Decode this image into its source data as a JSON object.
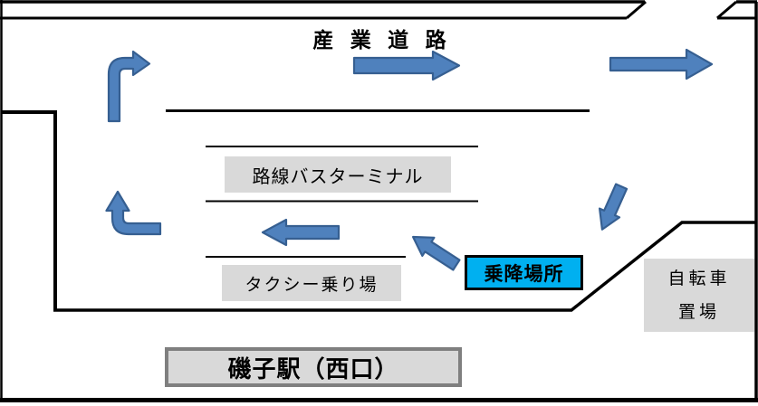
{
  "map": {
    "road_name": "産 業 道 路",
    "areas": {
      "bus_terminal": "路線バスターミナル",
      "taxi_stand": "タクシー乗り場",
      "boarding_point": "乗降場所",
      "bicycle_parking_line1": "自転車",
      "bicycle_parking_line2": "置場",
      "station": "磯子駅（西口）"
    },
    "arrows": [
      "bend-up-then-right (top-left)",
      "right (top-center, under road name)",
      "right (top-right)",
      "down-left (right side, entering terminal)",
      "up-left (from boarding point)",
      "left (center lane)",
      "left-then-up (bottom-left, exiting)"
    ]
  },
  "colors": {
    "arrow_fill": "#4f81bd",
    "arrow_border": "#365f91",
    "boarding_fill": "#00b0f0",
    "area_box_fill": "#d9d9d9",
    "station_border": "#7f7f7f",
    "road_line": "#000000",
    "background": "#ffffff"
  }
}
